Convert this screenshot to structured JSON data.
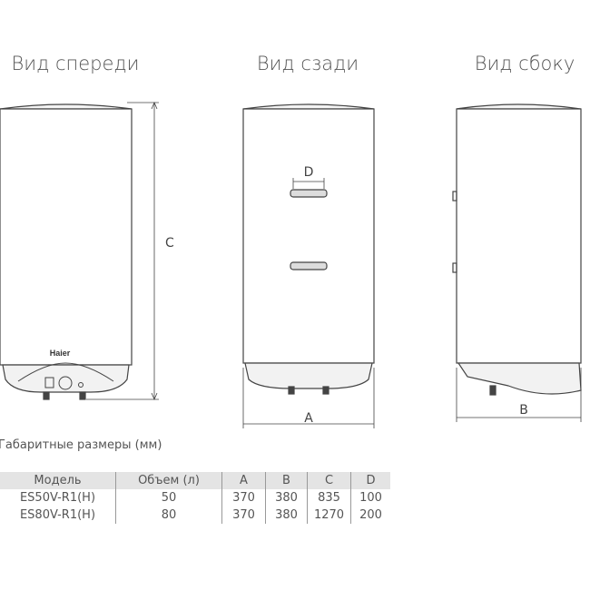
{
  "views": {
    "front": "Вид спереди",
    "back": "Вид сзади",
    "side": "Вид сбоку"
  },
  "brand": "Haier",
  "dimension_labels": {
    "a": "A",
    "b": "B",
    "c": "C",
    "d": "D"
  },
  "caption": "Габаритные размеры (мм)",
  "table": {
    "headers": [
      "Модель",
      "Объем (л)",
      "A",
      "B",
      "C",
      "D"
    ],
    "rows": [
      [
        "ES50V-R1(H)",
        "50",
        "370",
        "380",
        "835",
        "100"
      ],
      [
        "ES80V-R1(H)",
        "80",
        "370",
        "380",
        "1270",
        "200"
      ]
    ]
  }
}
